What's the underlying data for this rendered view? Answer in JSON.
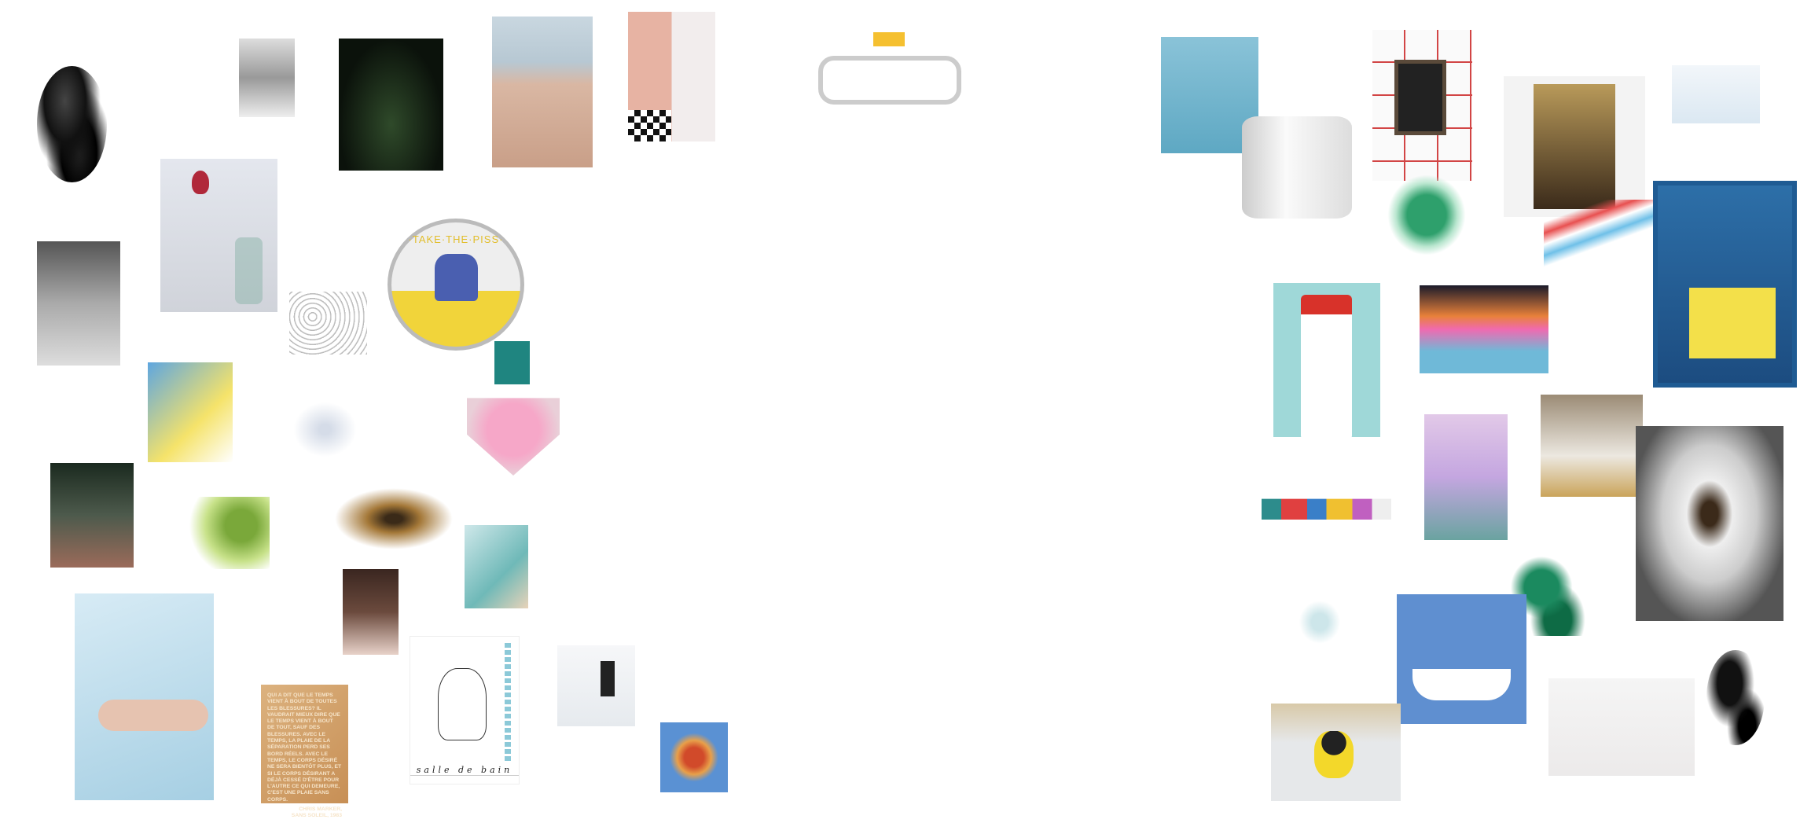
{
  "collage": {
    "plate_text": "·TAKE·THE·PISS·",
    "poster": {
      "quote": "QUI A DIT QUE LE TEMPS VIENT À BOUT DE TOUTES LES BLESSURES? IL VAUDRAIT MIEUX DIRE QUE LE TEMPS VIENT À BOUT DE TOUT, SAUF DES BLESSURES. AVEC LE TEMPS, LA PLAIE DE LA SÉPARATION PERD SES BORD RÉELS. AVEC LE TEMPS, LE CORPS DÉSIRÉ NE SERA BIENTÔT PLUS, ET SI LE CORPS DÉSIRANT A DÉJÀ CESSÉ D'ÊTRE POUR L'AUTRE CE QUI DEMEURE, C'EST UNE PLAIE SANS CORPS.",
      "author": "CHRIS MARKER,",
      "source": "SANS SOLEIL, 1983"
    },
    "drawing_caption": "salle de bain"
  }
}
